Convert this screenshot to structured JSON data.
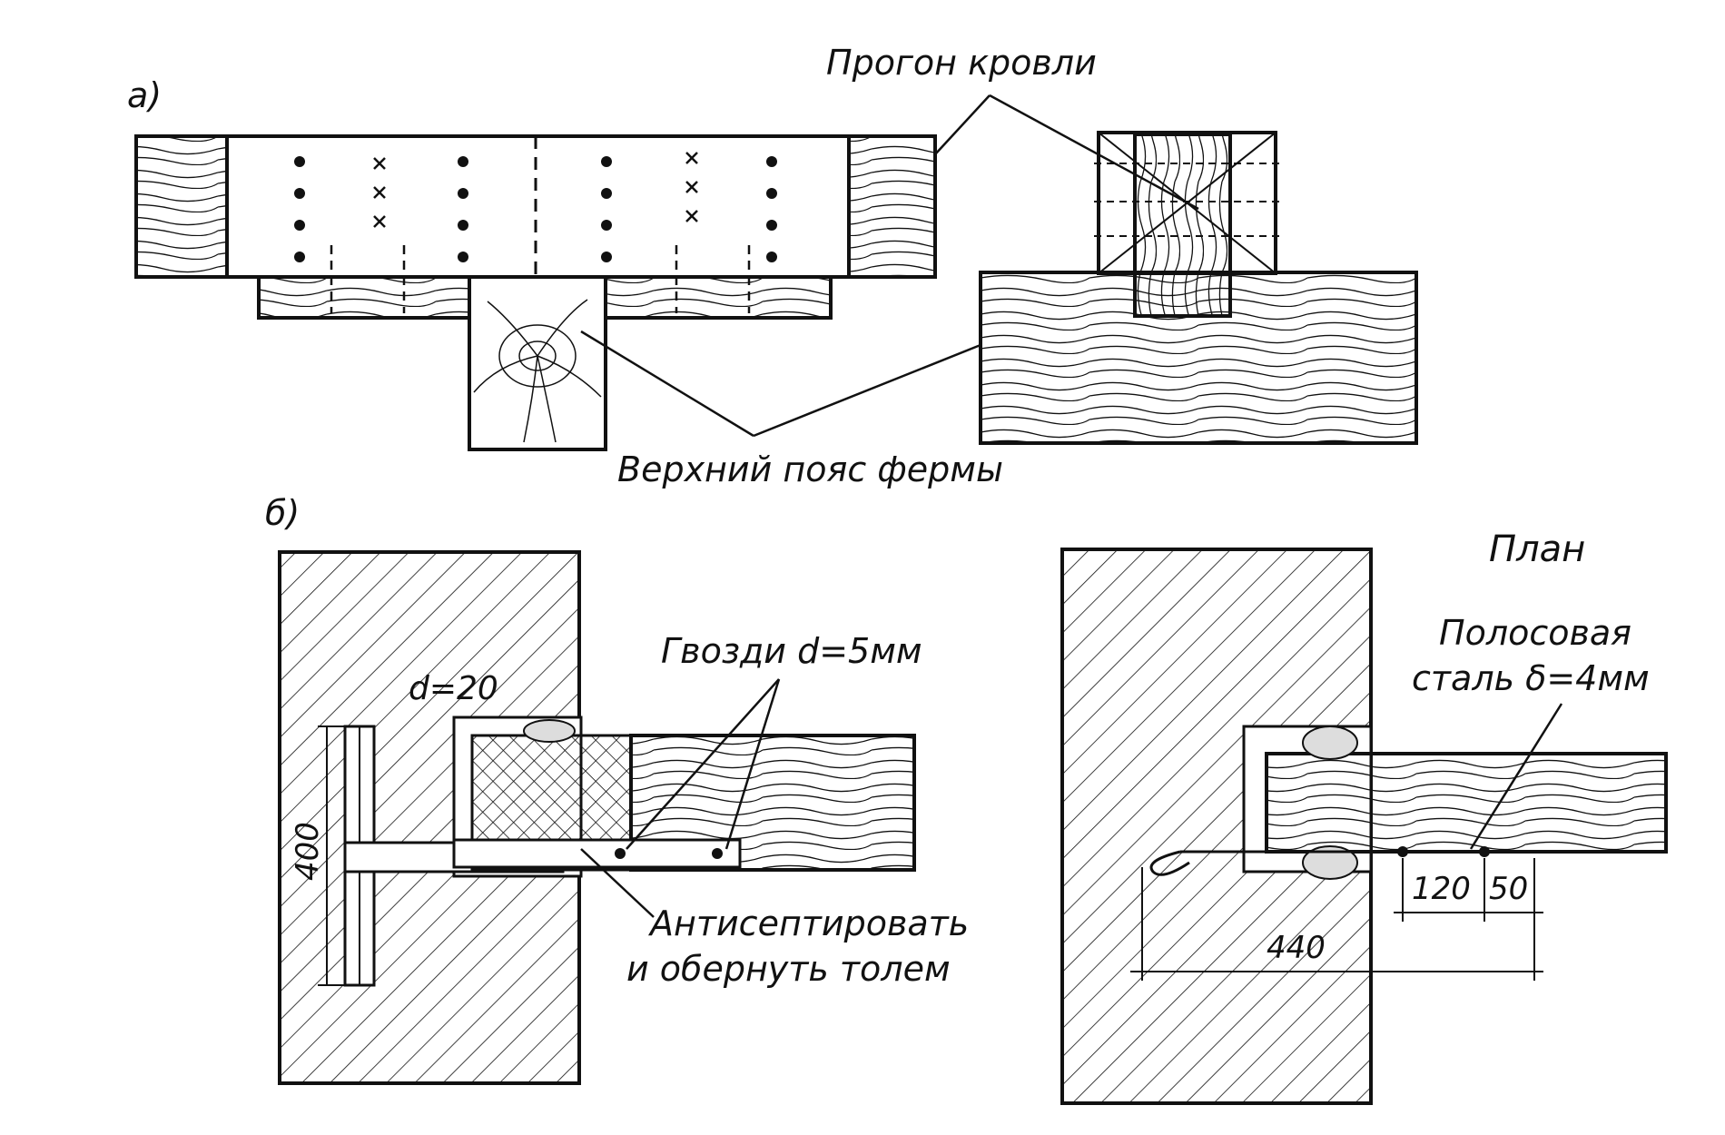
{
  "panel_a": {
    "label": "а)",
    "purlin_label": "Прогон кровли",
    "chord_label": "Верхний пояс фермы"
  },
  "panel_b": {
    "label": "б)",
    "nails_label": "Гвозди d=5мм",
    "rod_label": "d=20",
    "height_dim": "400",
    "antiseptic_line1": "Антисептировать",
    "antiseptic_line2": "и обернуть толем",
    "plan_title": "План",
    "steel_line1": "Полосовая",
    "steel_line2": "сталь δ=4мм",
    "dim_120": "120",
    "dim_50": "50",
    "dim_440": "440"
  }
}
